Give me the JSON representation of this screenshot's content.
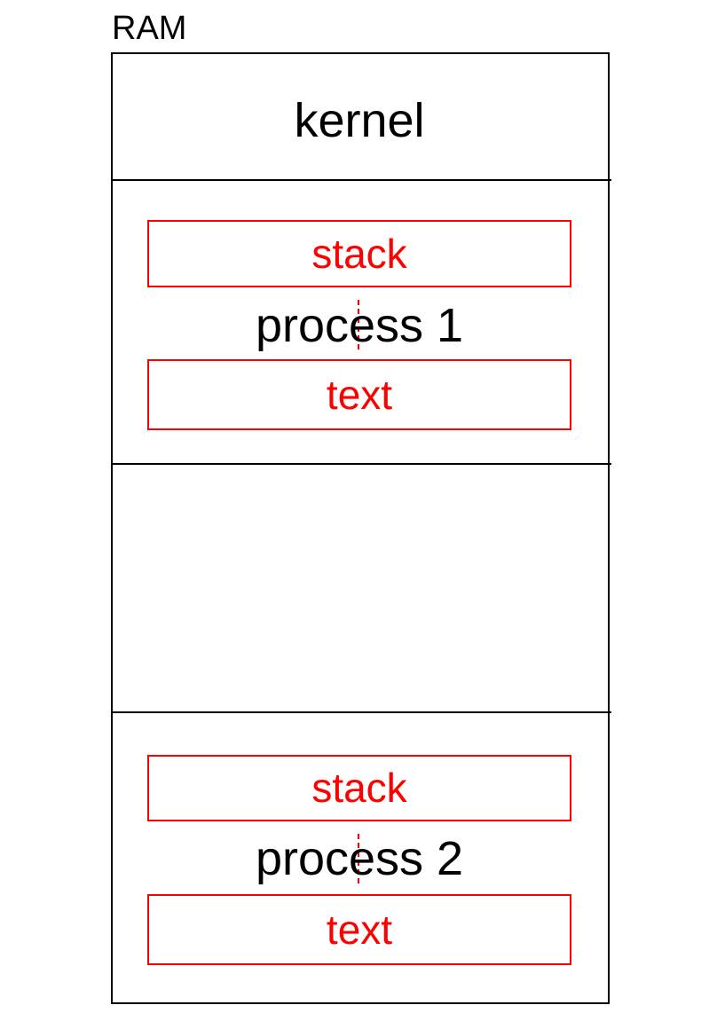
{
  "title": "RAM",
  "regions": {
    "kernel": {
      "label": "kernel"
    },
    "process_1": {
      "label": "process 1",
      "stack_label": "stack",
      "text_label": "text"
    },
    "free": {
      "label": ""
    },
    "process_2": {
      "label": "process 2",
      "stack_label": "stack",
      "text_label": "text"
    }
  },
  "colors": {
    "outline": "#000000",
    "segment": "#ff0000"
  }
}
